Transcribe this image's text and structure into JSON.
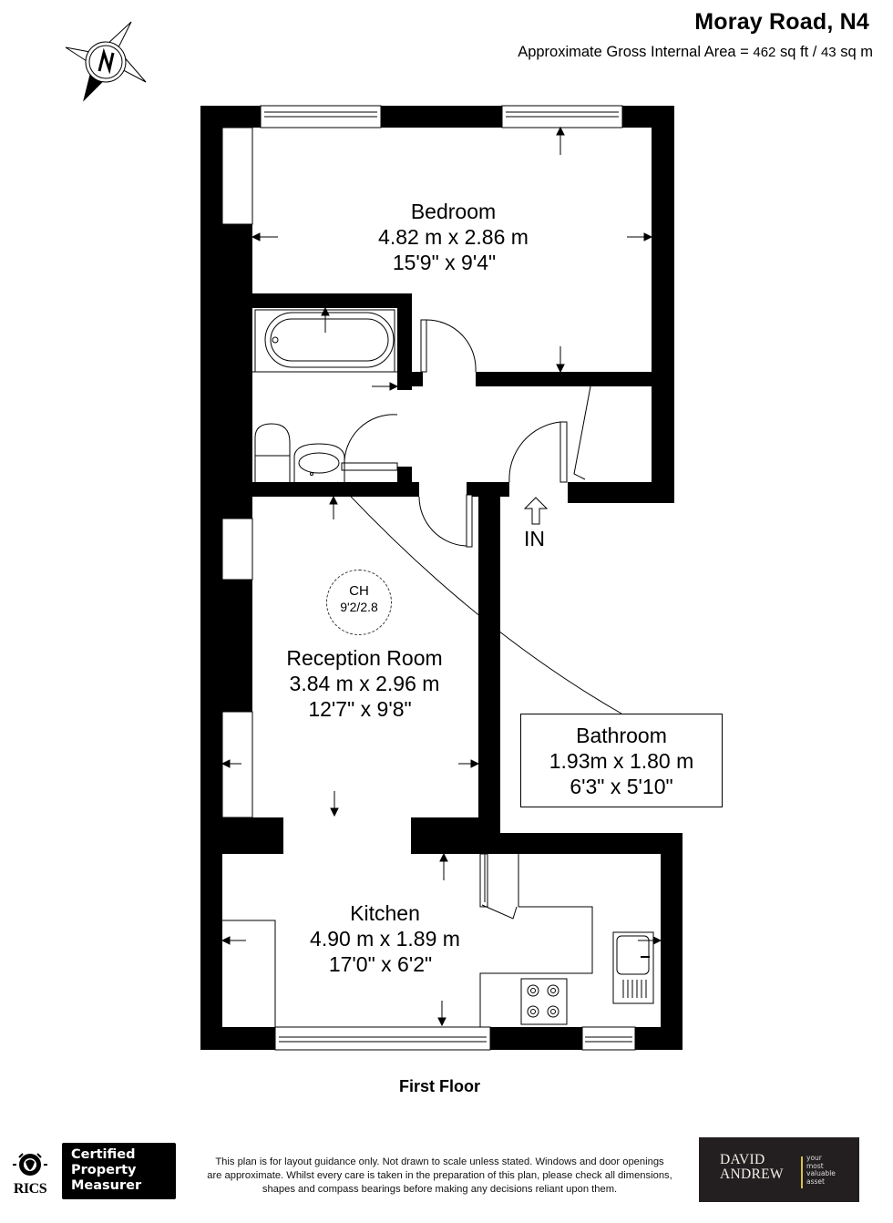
{
  "header": {
    "title": "Moray Road, N4",
    "area_prefix": "Approximate Gross Internal Area =",
    "area_sqft": "462",
    "area_sqft_unit": "sq ft /",
    "area_sqm": "43",
    "area_sqm_unit": "sq m"
  },
  "compass": {
    "label": "N",
    "icon": "compass-north-icon"
  },
  "rooms": {
    "bedroom": {
      "name": "Bedroom",
      "metric": "4.82 m x 2.86 m",
      "imperial": "15'9\" x 9'4\""
    },
    "reception": {
      "name": "Reception Room",
      "metric": "3.84 m x 2.96 m",
      "imperial": "12'7\" x 9'8\""
    },
    "bathroom": {
      "name": "Bathroom",
      "metric": "1.93m x 1.80 m",
      "imperial": "6'3\" x 5'10\""
    },
    "kitchen": {
      "name": "Kitchen",
      "metric": "4.90 m x 1.89 m",
      "imperial": "17'0\" x 6'2\""
    }
  },
  "ceiling_height": {
    "label": "CH",
    "value": "9'2/2.8"
  },
  "entrance": {
    "label": "IN",
    "icon": "entrance-arrow-icon"
  },
  "floor_name": "First Floor",
  "footer": {
    "rics_label": "RICS",
    "certified": [
      "Certified",
      "Property",
      "Measurer"
    ],
    "disclaimer": [
      "This plan is for layout guidance only. Not drawn to scale unless stated. Windows and door openings",
      "are approximate. Whilst every care is taken in the preparation of this plan, please check all dimensions,",
      "shapes and compass bearings before making any decisions reliant upon them."
    ],
    "brand_name": [
      "DAVID",
      "ANDREW"
    ],
    "brand_tagline": [
      "your",
      "most",
      "valuable",
      "asset"
    ]
  },
  "colors": {
    "wall": "#000000",
    "background": "#ffffff",
    "brand_bg": "#231f20",
    "brand_accent": "#d4c24a"
  }
}
